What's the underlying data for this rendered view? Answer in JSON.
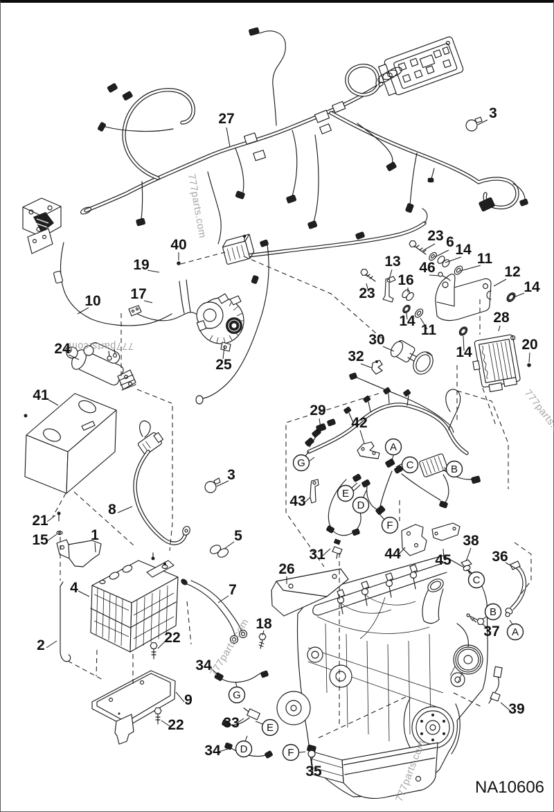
{
  "figure": {
    "code": "NA10606",
    "watermark": "777parts.com"
  },
  "labels": {
    "l27": "27",
    "l3a": "3",
    "l40": "40",
    "l19": "19",
    "l17": "17",
    "l10": "10",
    "l24": "24",
    "l25": "25",
    "l41": "41",
    "l23a": "23",
    "l6": "6",
    "l14a": "14",
    "l11a": "11",
    "l12": "12",
    "l14b": "14",
    "l13": "13",
    "l46": "46",
    "l16": "16",
    "l23b": "23",
    "l14c": "14",
    "l11b": "11",
    "l14d": "14",
    "l28": "28",
    "l20": "20",
    "l30": "30",
    "l32": "32",
    "l29": "29",
    "l42": "42",
    "l43": "43",
    "l31": "31",
    "l26": "26",
    "l44": "44",
    "l45": "45",
    "l38": "38",
    "l36": "36",
    "l37": "37",
    "l39": "39",
    "l35": "35",
    "l33": "33",
    "l34a": "34",
    "l34b": "34",
    "l8": "8",
    "l3b": "3",
    "l21": "21",
    "l15": "15",
    "l1": "1",
    "l5": "5",
    "l4": "4",
    "l2": "2",
    "l22a": "22",
    "l9": "9",
    "l22b": "22",
    "l7": "7",
    "l18": "18"
  },
  "markers": {
    "a": "A",
    "b": "B",
    "c": "C",
    "d": "D",
    "e": "E",
    "f": "F",
    "g": "G"
  }
}
